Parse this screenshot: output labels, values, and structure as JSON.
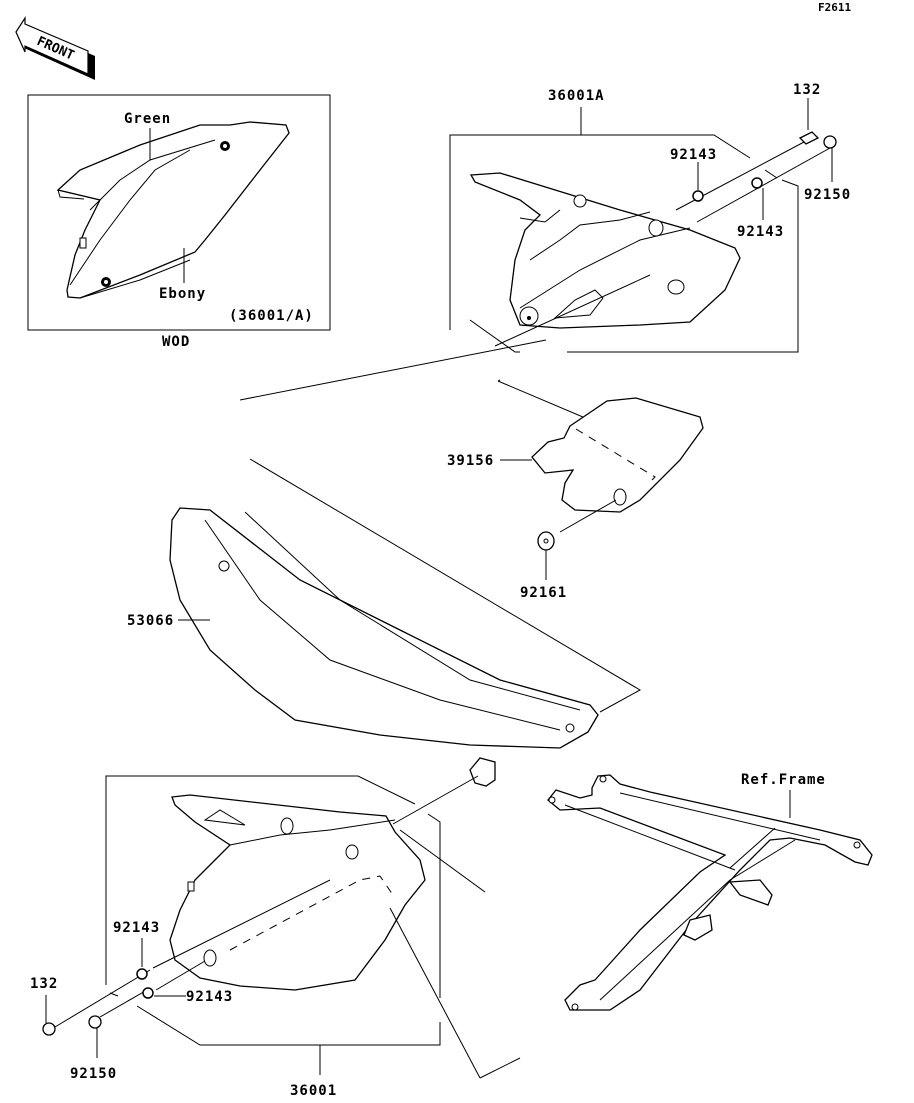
{
  "figure_code": "F2611",
  "front_indicator": "FRONT",
  "inset": {
    "callout_top": "Green",
    "callout_bottom": "Ebony",
    "ref": "(36001/A)",
    "caption": "WOD"
  },
  "parts": {
    "side_cover_a": "36001A",
    "bolt_top": "132",
    "collar_top_1": "92143",
    "collar_top_2": "92143",
    "washer_bolt_top": "92150",
    "pad": "39156",
    "damper": "92161",
    "seat": "53066",
    "ref_frame": "Ref.Frame",
    "collar_bottom_1": "92143",
    "collar_bottom_2": "92143",
    "bolt_bottom": "132",
    "washer_bolt_bottom": "92150",
    "side_cover": "36001"
  }
}
